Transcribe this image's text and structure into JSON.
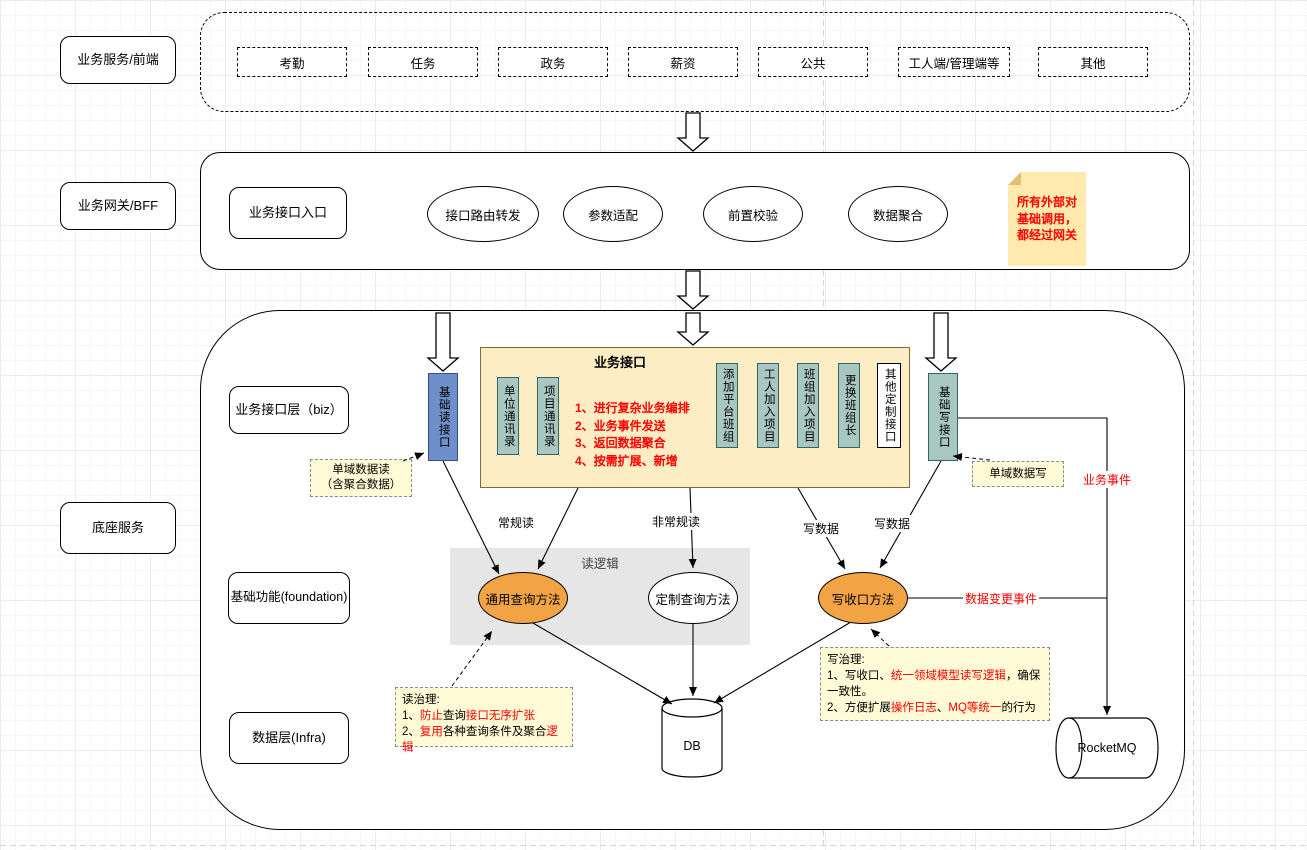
{
  "layer_labels": {
    "frontend": "业务服务/前端",
    "gateway": "业务网关/BFF",
    "biz": "业务接口层（biz）",
    "base": "底座服务",
    "foundation": "基础功能(foundation)",
    "infra": "数据层(Infra)"
  },
  "frontend_band": {
    "modules": [
      "考勤",
      "任务",
      "政务",
      "薪资",
      "公共",
      "工人端/管理端等",
      "其他"
    ]
  },
  "gateway_band": {
    "entry": "业务接口入口",
    "capabilities": [
      "接口路由转发",
      "参数适配",
      "前置校验",
      "数据聚合"
    ],
    "note": "所有外部对基础调用，都经过网关"
  },
  "biz_band": {
    "read_api": "基础读接口",
    "write_api": "基础写接口",
    "api_box_title": "业务接口",
    "left_apis": [
      "单位通讯录",
      "项目通讯录"
    ],
    "right_apis": [
      "添加平台班组",
      "工人加入项目",
      "班组加入项目",
      "更换班组长",
      "其他定制接口"
    ],
    "duties": [
      "1、进行复杂业务编排",
      "2、业务事件发送",
      "3、返回数据聚合",
      "4、按需扩展、新增"
    ],
    "read_note_line1": "单域数据读",
    "read_note_line2": "（含聚合数据）",
    "write_note": "单域数据写",
    "biz_event_label": "业务事件"
  },
  "foundation_band": {
    "read_logic_label": "读逻辑",
    "common_query": "通用查询方法",
    "custom_query": "定制查询方法",
    "write_method": "写收口方法",
    "edge_normal_read": "常规读",
    "edge_unusual_read": "非常规读",
    "edge_write1": "写数据",
    "edge_write2": "写数据",
    "data_change_event": "数据变更事件"
  },
  "infra_band": {
    "db": "DB",
    "mq": "RocketMQ"
  },
  "read_note": {
    "title": "读治理:",
    "line1": [
      {
        "text": "1、",
        "red": false
      },
      {
        "text": "防止",
        "red": true
      },
      {
        "text": "查询",
        "red": false
      },
      {
        "text": "接口无序扩张",
        "red": true
      }
    ],
    "line2": [
      {
        "text": "2、",
        "red": false
      },
      {
        "text": "复用",
        "red": true
      },
      {
        "text": "各种查询条件及聚合",
        "red": false
      },
      {
        "text": "逻辑",
        "red": true
      }
    ]
  },
  "write_note": {
    "title": "写治理:",
    "line1": [
      {
        "text": "1、写收口、",
        "red": false
      },
      {
        "text": "统一领域模型读写逻辑",
        "red": true
      },
      {
        "text": "，确保一致性。",
        "red": false
      }
    ],
    "line2": [
      {
        "text": "2、方便扩展",
        "red": false
      },
      {
        "text": "操作日志",
        "red": true
      },
      {
        "text": "、",
        "red": false
      },
      {
        "text": "MQ等统一",
        "red": true
      },
      {
        "text": "的行为",
        "red": false
      }
    ]
  },
  "colors": {
    "red_text": "#ff0000",
    "blue_fill": "#6e8fc9",
    "teal_fill": "#a9c7c1",
    "api_box_fill": "#fcedc4",
    "sticky_fill": "#ffe9ad",
    "orange_fill": "#f2a444",
    "gray_fill": "#e6e6e6",
    "note_fill": "#fffbd6"
  }
}
